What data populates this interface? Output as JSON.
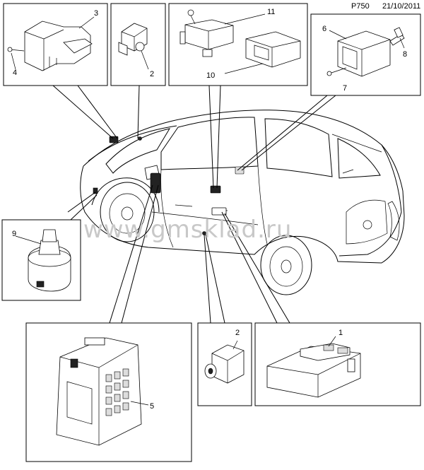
{
  "header": {
    "code": "P750",
    "date": "21/10/2011"
  },
  "watermark": "www.gmsklad.ru",
  "callouts": {
    "n1": "1",
    "n2a": "2",
    "n2b": "2",
    "n3": "3",
    "n4": "4",
    "n5": "5",
    "n6": "6",
    "n7": "7",
    "n8": "8",
    "n9": "9",
    "n10": "10",
    "n11": "11"
  }
}
